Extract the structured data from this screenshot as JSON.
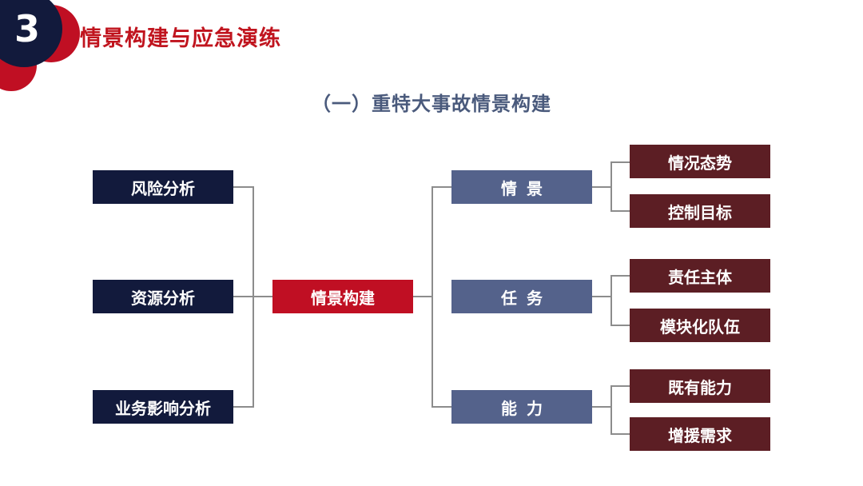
{
  "header": {
    "section_number": "3",
    "section_title": "情景构建与应急演练"
  },
  "subtitle": "（一）重特大事故情景构建",
  "diagram": {
    "inputs": [
      "风险分析",
      "资源分析",
      "业务影响分析"
    ],
    "center": "情景构建",
    "branches": [
      {
        "label": "情景",
        "children": [
          "情况态势",
          "控制目标"
        ]
      },
      {
        "label": "任务",
        "children": [
          "责任主体",
          "模块化队伍"
        ]
      },
      {
        "label": "能力",
        "children": [
          "既有能力",
          "增援需求"
        ]
      }
    ]
  },
  "colors": {
    "accent_red": "#c00f23",
    "navy": "#121a3c",
    "slate": "#54628b",
    "maroon": "#5c1e24",
    "subtitle": "#4a5a7c",
    "connector": "#8c8c8c"
  }
}
